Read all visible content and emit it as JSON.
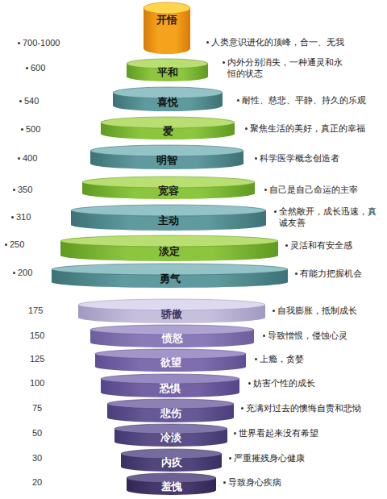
{
  "diagram": {
    "nodes": [
      {
        "text": [
          "开悟"
        ]
      },
      {
        "text": [
          "平和"
        ]
      },
      {
        "text": [
          "喜悦"
        ]
      },
      {
        "text": [
          "爱"
        ]
      },
      {
        "text": [
          "明智"
        ]
      },
      {
        "text": [
          "宽容"
        ]
      },
      {
        "text": [
          "主动"
        ]
      },
      {
        "text": [
          "淡定"
        ]
      },
      {
        "text": [
          "勇气"
        ]
      },
      {
        "text": [
          "骄傲"
        ]
      },
      {
        "text": [
          "愤怒"
        ]
      },
      {
        "text": [
          "欲望"
        ]
      },
      {
        "text": [
          "恐惧"
        ]
      },
      {
        "text": [
          "悲伤"
        ]
      },
      {
        "text": [
          "冷淡"
        ]
      },
      {
        "text": [
          "内疚"
        ]
      },
      {
        "text": [
          "羞愧"
        ]
      }
    ],
    "labels": [
      "700-1000",
      "人类意识进化的顶峰，合一、无我",
      "600",
      "内外分别消失，一种通灵和永恒的状态",
      "540",
      "耐性、慈悲、平静、持久的乐观",
      "500",
      "聚焦生活的美好，真正的幸福",
      "400",
      "科学医学概念创造者",
      "350",
      "自己是自己命运的主宰",
      "310",
      "全然敞开，成长迅速，真诚友善",
      "250",
      "灵活和有安全感",
      "200",
      "有能力把握机会",
      "175",
      "自我膨胀，抵制成长",
      "150",
      "导致憎恨，侵蚀心灵",
      "125",
      "上瘾，贪婪",
      "100",
      "妨害个性的成长",
      "75",
      "充满对过去的懊悔自责和悲恸",
      "50",
      "世界看起来没有希望",
      "30",
      "严重摧残身心健康",
      "20",
      "导致身心疾病"
    ]
  }
}
